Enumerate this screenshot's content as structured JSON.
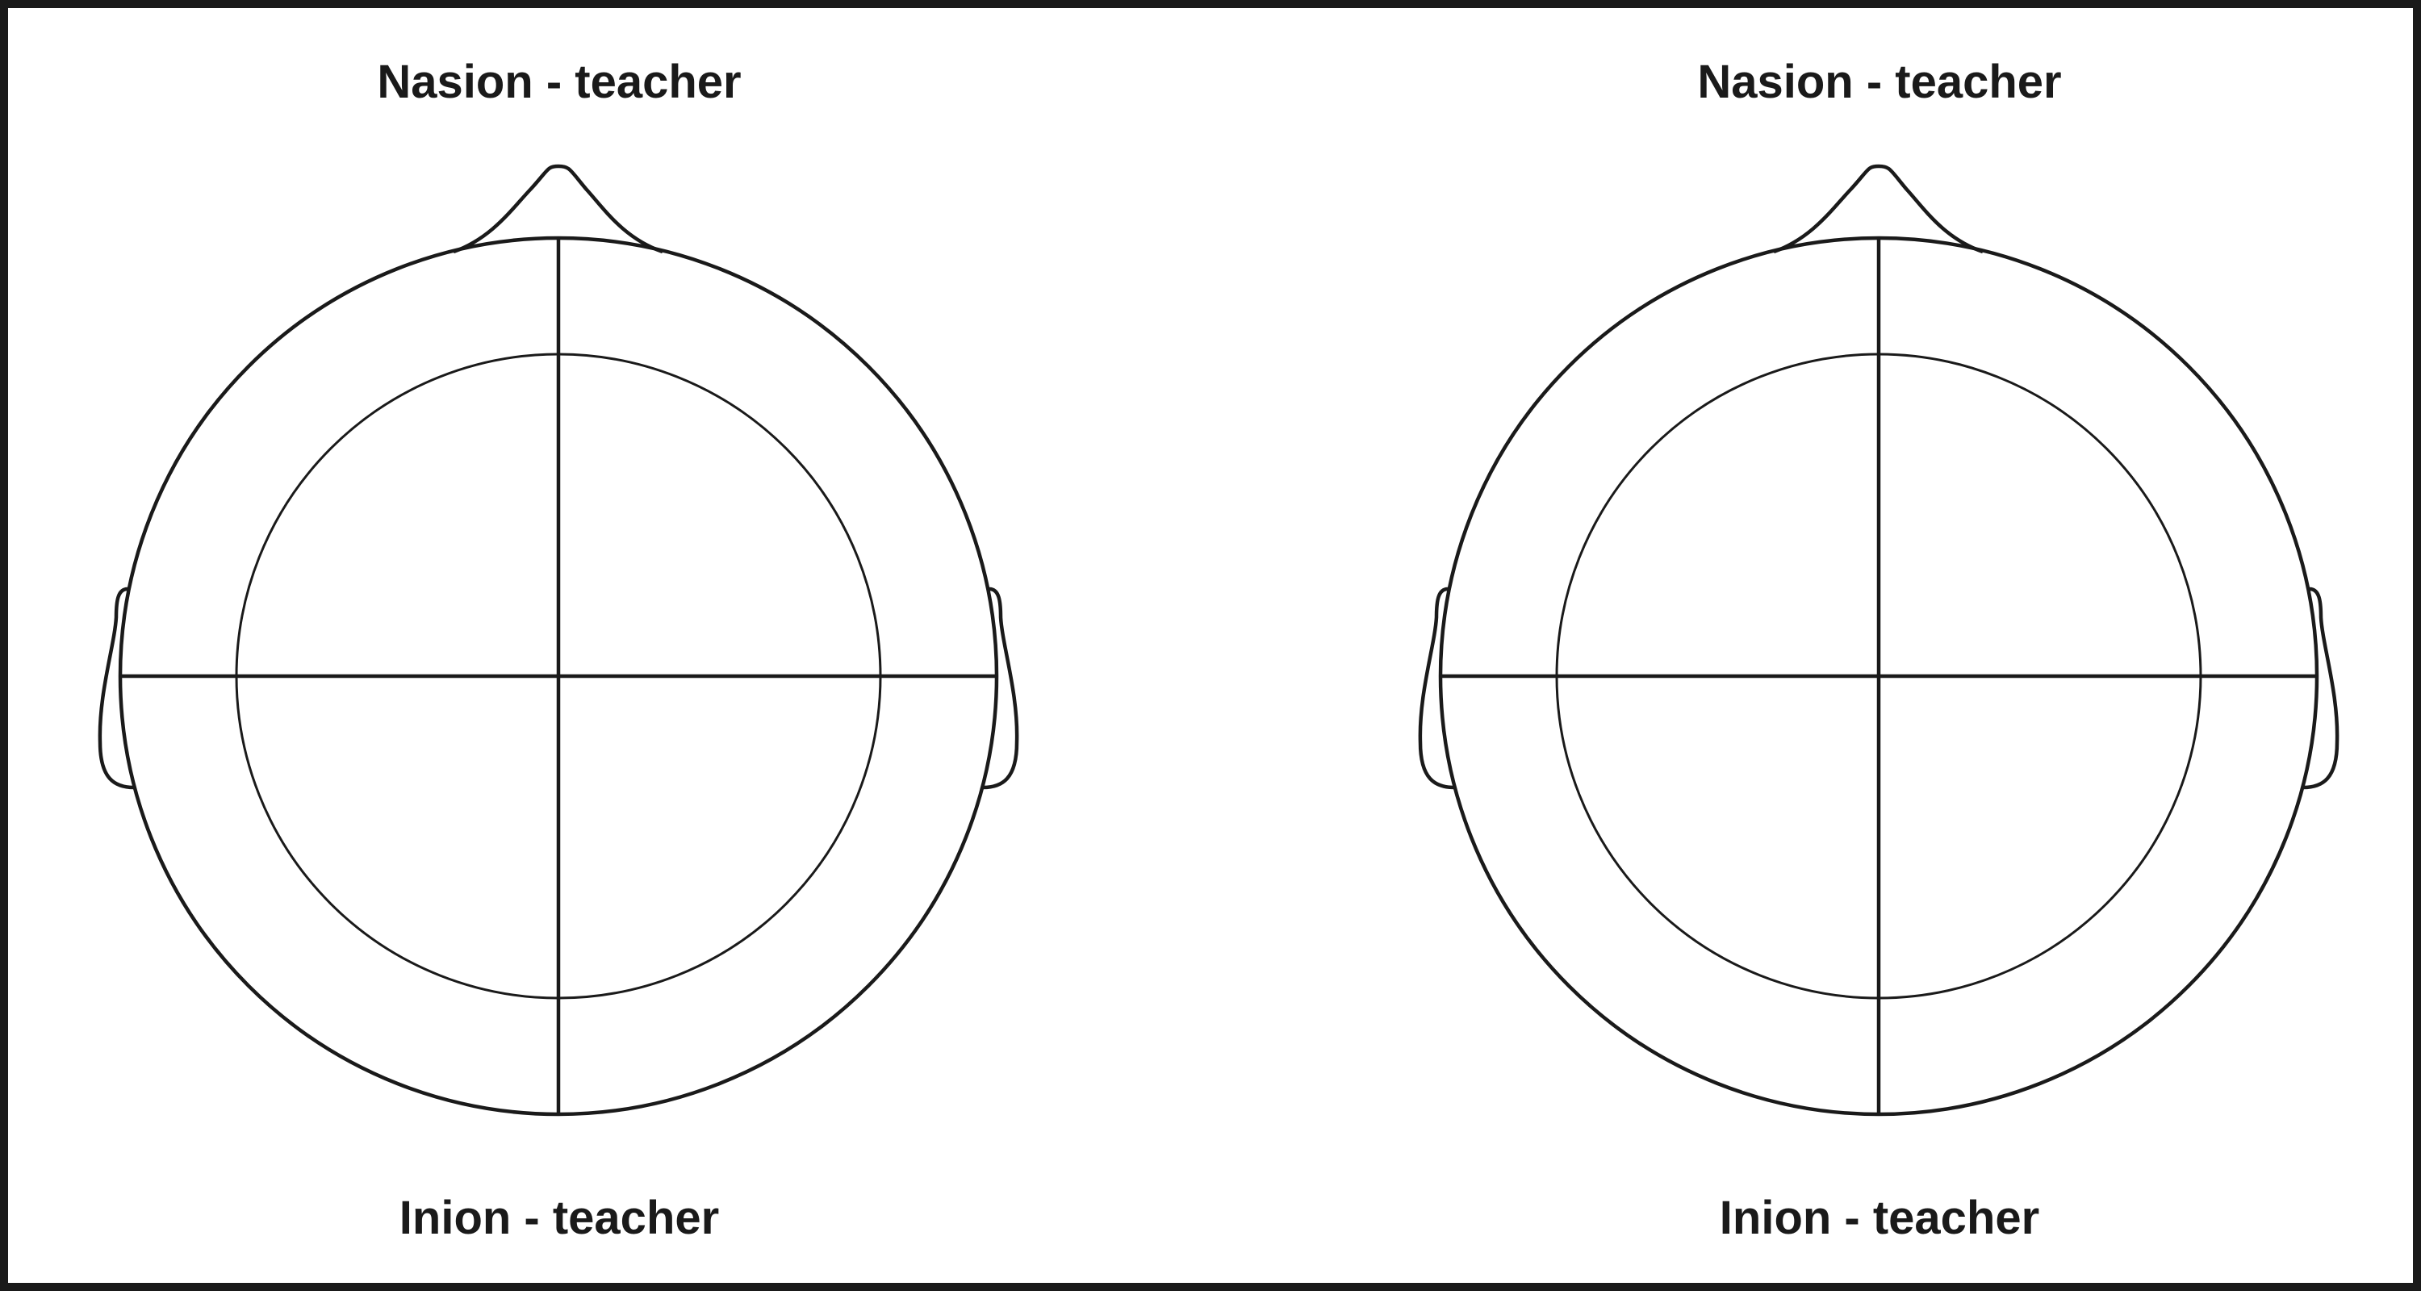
{
  "heads": [
    {
      "top_label": "Nasion - teacher",
      "bottom_label": "Inion - teacher"
    },
    {
      "top_label": "Nasion - teacher",
      "bottom_label": "Inion - teacher"
    }
  ],
  "colors": {
    "stroke": "#1a1a1a",
    "background": "#ffffff"
  }
}
